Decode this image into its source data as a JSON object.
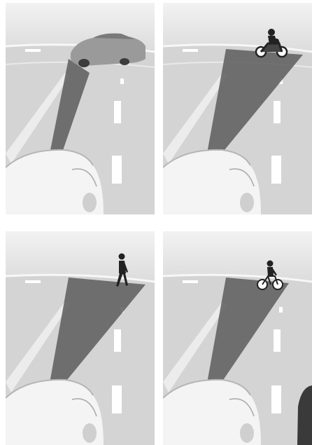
{
  "panels": [
    {
      "id": "p1",
      "target": "car",
      "target_icon": "car-icon"
    },
    {
      "id": "p2",
      "target": "motorcycle",
      "target_icon": "motorcycle-icon"
    },
    {
      "id": "p3",
      "target": "pedestrian",
      "target_icon": "pedestrian-icon"
    },
    {
      "id": "p4",
      "target": "bicycle",
      "target_icon": "bicycle-icon"
    }
  ],
  "colors": {
    "sky": "#ececec",
    "road": "#cfcfcf",
    "beam": "#6e6e6e",
    "lane_mark": "#ffffff",
    "ego_car": "#f4f4f4"
  }
}
